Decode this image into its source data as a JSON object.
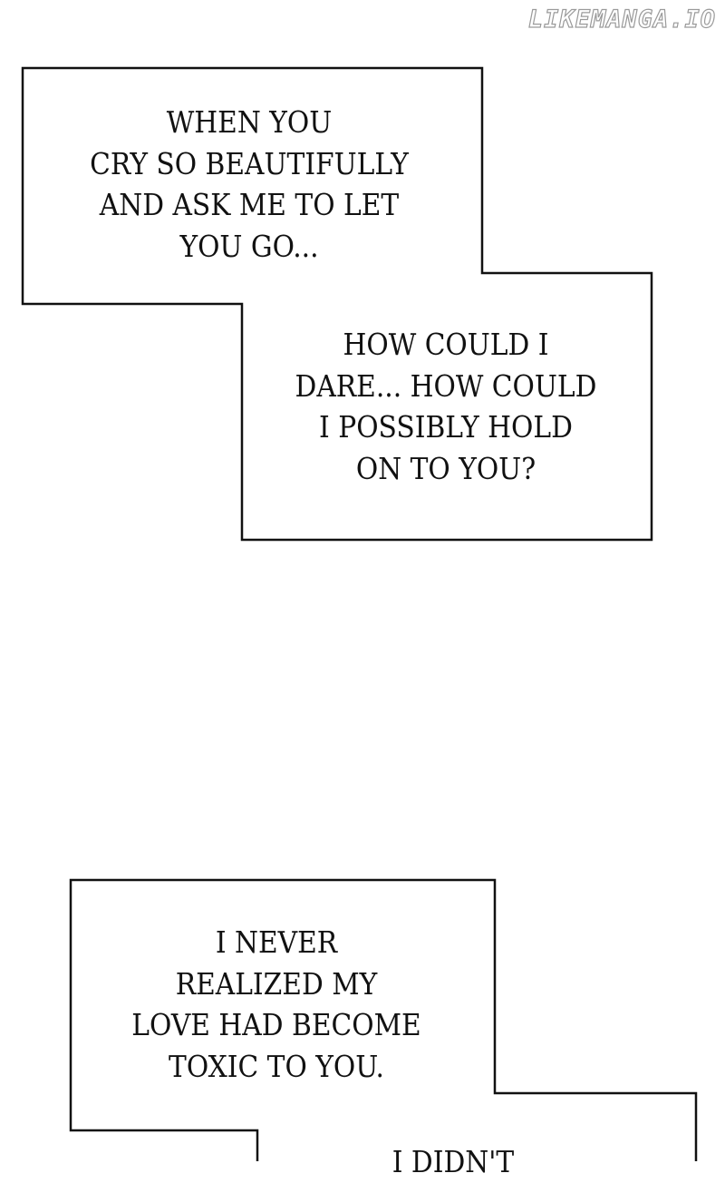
{
  "watermark": "LIKEMANGA.IO",
  "captions": [
    {
      "lines": [
        "WHEN YOU",
        "CRY SO BEAUTIFULLY",
        "AND ASK ME TO LET",
        "YOU GO..."
      ]
    },
    {
      "lines": [
        "HOW COULD I",
        "DARE... HOW COULD",
        "I POSSIBLY HOLD",
        "ON TO YOU?"
      ]
    },
    {
      "lines": [
        "I NEVER",
        "REALIZED MY",
        "LOVE HAD BECOME",
        "TOXIC TO YOU."
      ]
    },
    {
      "lines": [
        "I DIDN'T"
      ]
    }
  ],
  "colors": {
    "background": "#ffffff",
    "border": "#111111",
    "text": "#111111",
    "watermark_outline": "#9a9a9a"
  }
}
